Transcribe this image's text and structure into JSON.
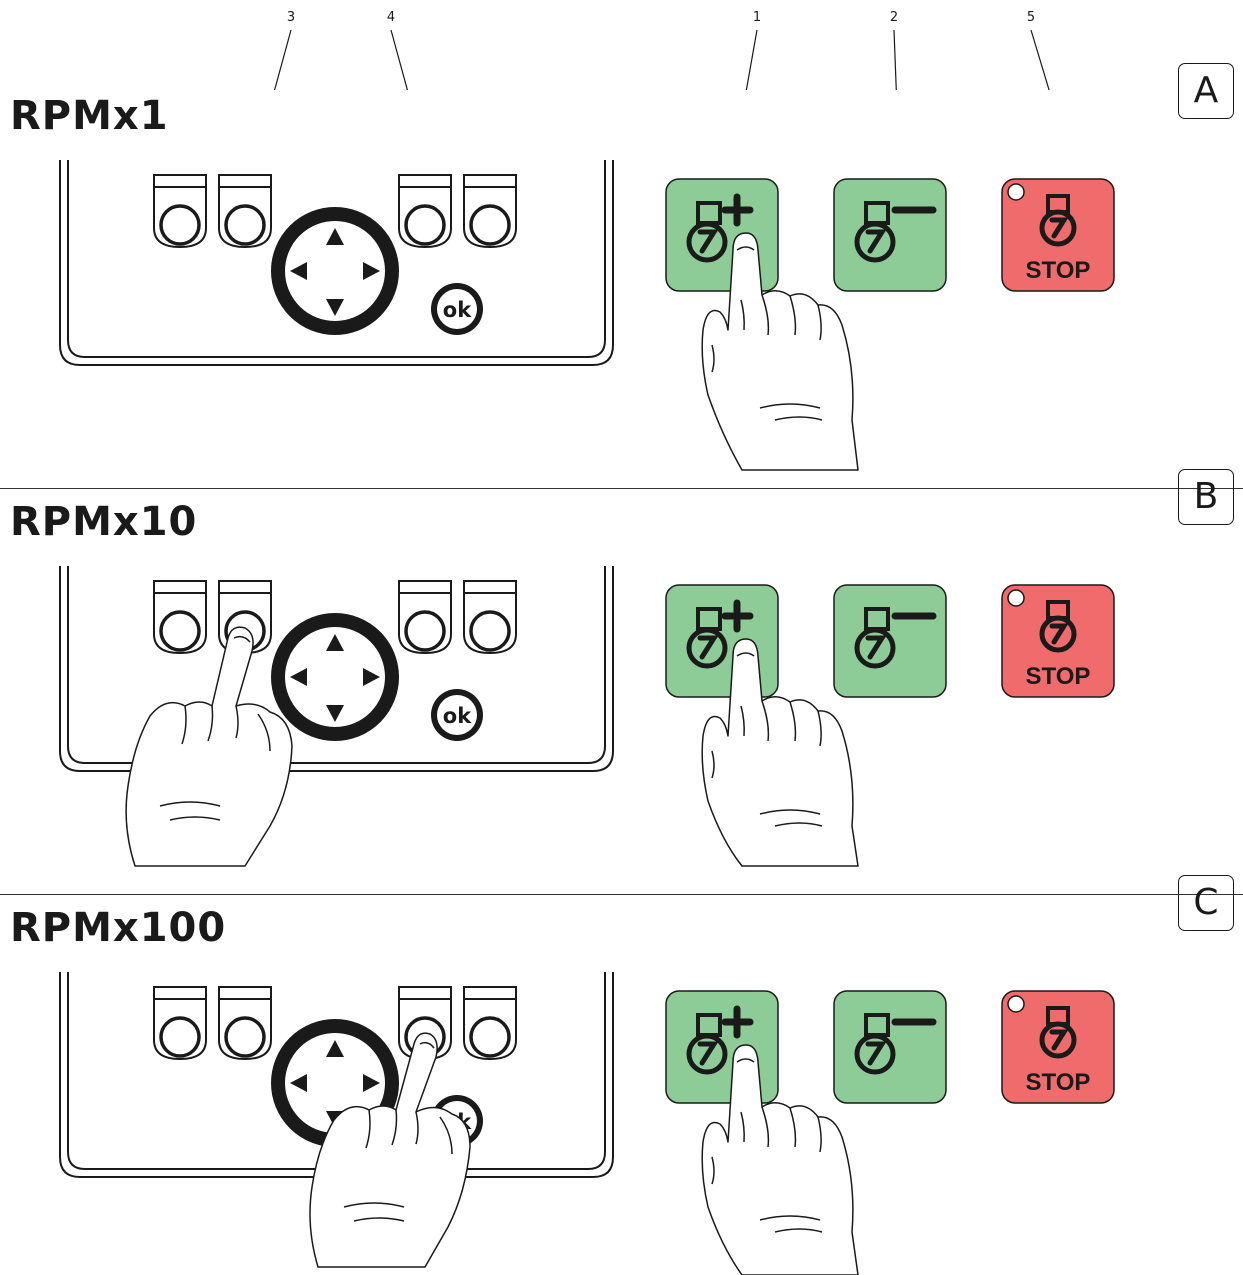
{
  "callouts": [
    "3",
    "4",
    "1",
    "2",
    "5"
  ],
  "sections": [
    {
      "title": "RPMx1",
      "letter": "A",
      "pressed": "none"
    },
    {
      "title": "RPMx10",
      "letter": "B",
      "pressed": "key-2"
    },
    {
      "title": "RPMx100",
      "letter": "C",
      "pressed": "key-3"
    }
  ],
  "panel": {
    "ok_label": "ok",
    "stop_label": "STOP"
  },
  "colors": {
    "green": "#8dcc96",
    "red": "#f06b6b",
    "stroke": "#1a1a1a"
  },
  "icons": [
    "rpm-increase-icon",
    "rpm-decrease-icon",
    "engine-stop-icon",
    "pointing-hand-icon",
    "arrow-up-icon",
    "arrow-down-icon",
    "arrow-left-icon",
    "arrow-right-icon"
  ]
}
